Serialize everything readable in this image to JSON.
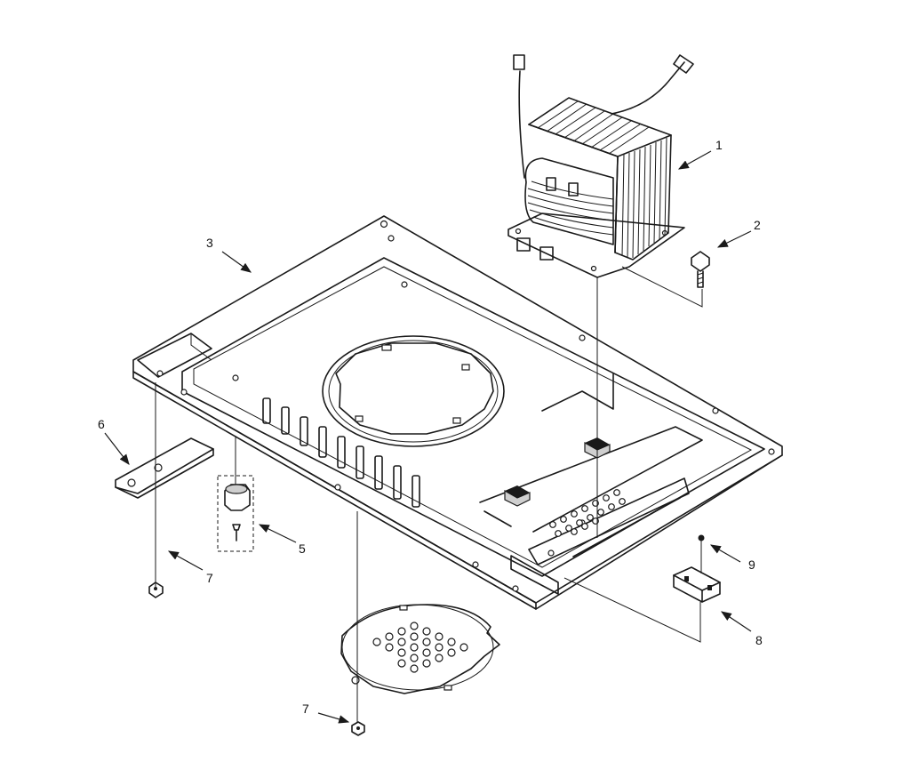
{
  "callouts": [
    {
      "id": "1",
      "label": "1",
      "part": "transformer"
    },
    {
      "id": "2",
      "label": "2",
      "part": "screw"
    },
    {
      "id": "3",
      "label": "3",
      "part": "base-plate"
    },
    {
      "id": "5",
      "label": "5",
      "part": "foot-assembly"
    },
    {
      "id": "6",
      "label": "6",
      "part": "bracket"
    },
    {
      "id": "7a",
      "label": "7",
      "part": "nut"
    },
    {
      "id": "7b",
      "label": "7",
      "part": "nut"
    },
    {
      "id": "8",
      "label": "8",
      "part": "fuse-holder"
    },
    {
      "id": "9",
      "label": "9",
      "part": "small-screw"
    }
  ],
  "colors": {
    "ink": "#1a1a1a",
    "paper": "#ffffff"
  }
}
